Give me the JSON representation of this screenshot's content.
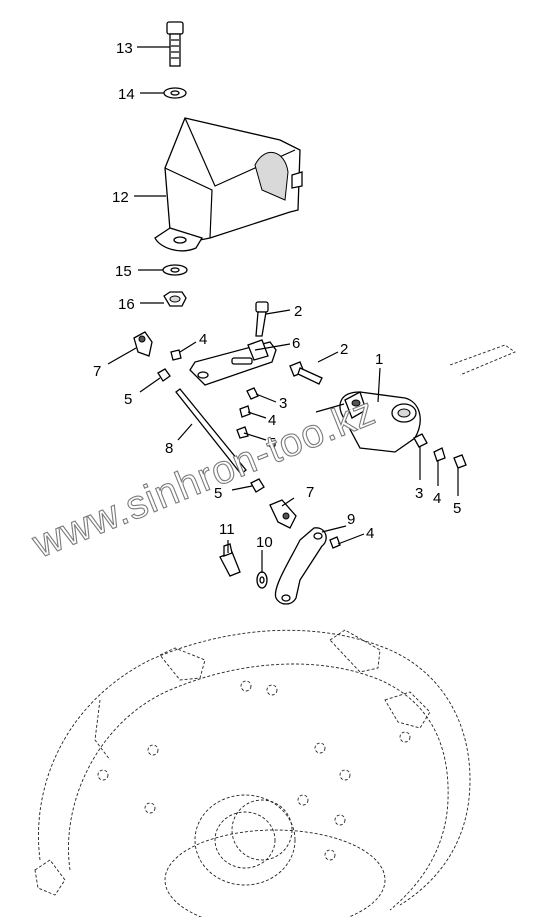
{
  "watermark": "www.sinhron-too.kz",
  "callouts": {
    "c13": "13",
    "c14": "14",
    "c12": "12",
    "c15": "15",
    "c16": "16",
    "c2a": "2",
    "c6": "6",
    "c2b": "2",
    "c1": "1",
    "c4a": "4",
    "c7a": "7",
    "c5a": "5",
    "c3a": "3",
    "c4b": "4",
    "c5b": "5",
    "c8": "8",
    "c5c": "5",
    "c7b": "7",
    "c9": "9",
    "c4c": "4",
    "c11": "11",
    "c10": "10",
    "c3b": "3",
    "c4d": "4",
    "c5d": "5"
  }
}
